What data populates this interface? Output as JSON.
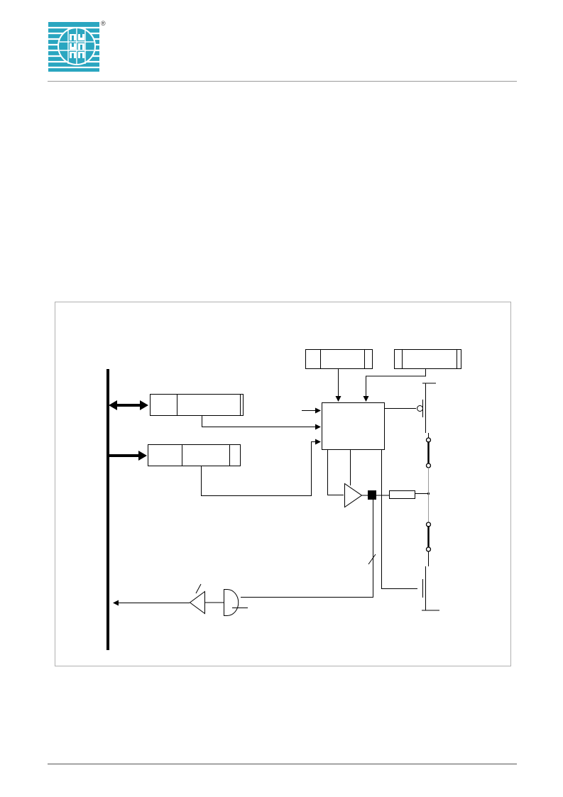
{
  "header": {
    "logo_icon": "em-microelectronic-logo-icon",
    "registered_mark": "®",
    "logo_color": "#2aa6c0"
  },
  "diagram": {
    "type": "block-diagram",
    "blocks": [
      "bus-arrow-block",
      "bus-input-block",
      "top-left-block",
      "top-right-block",
      "control-logic-block",
      "output-resistor"
    ],
    "labels": []
  }
}
